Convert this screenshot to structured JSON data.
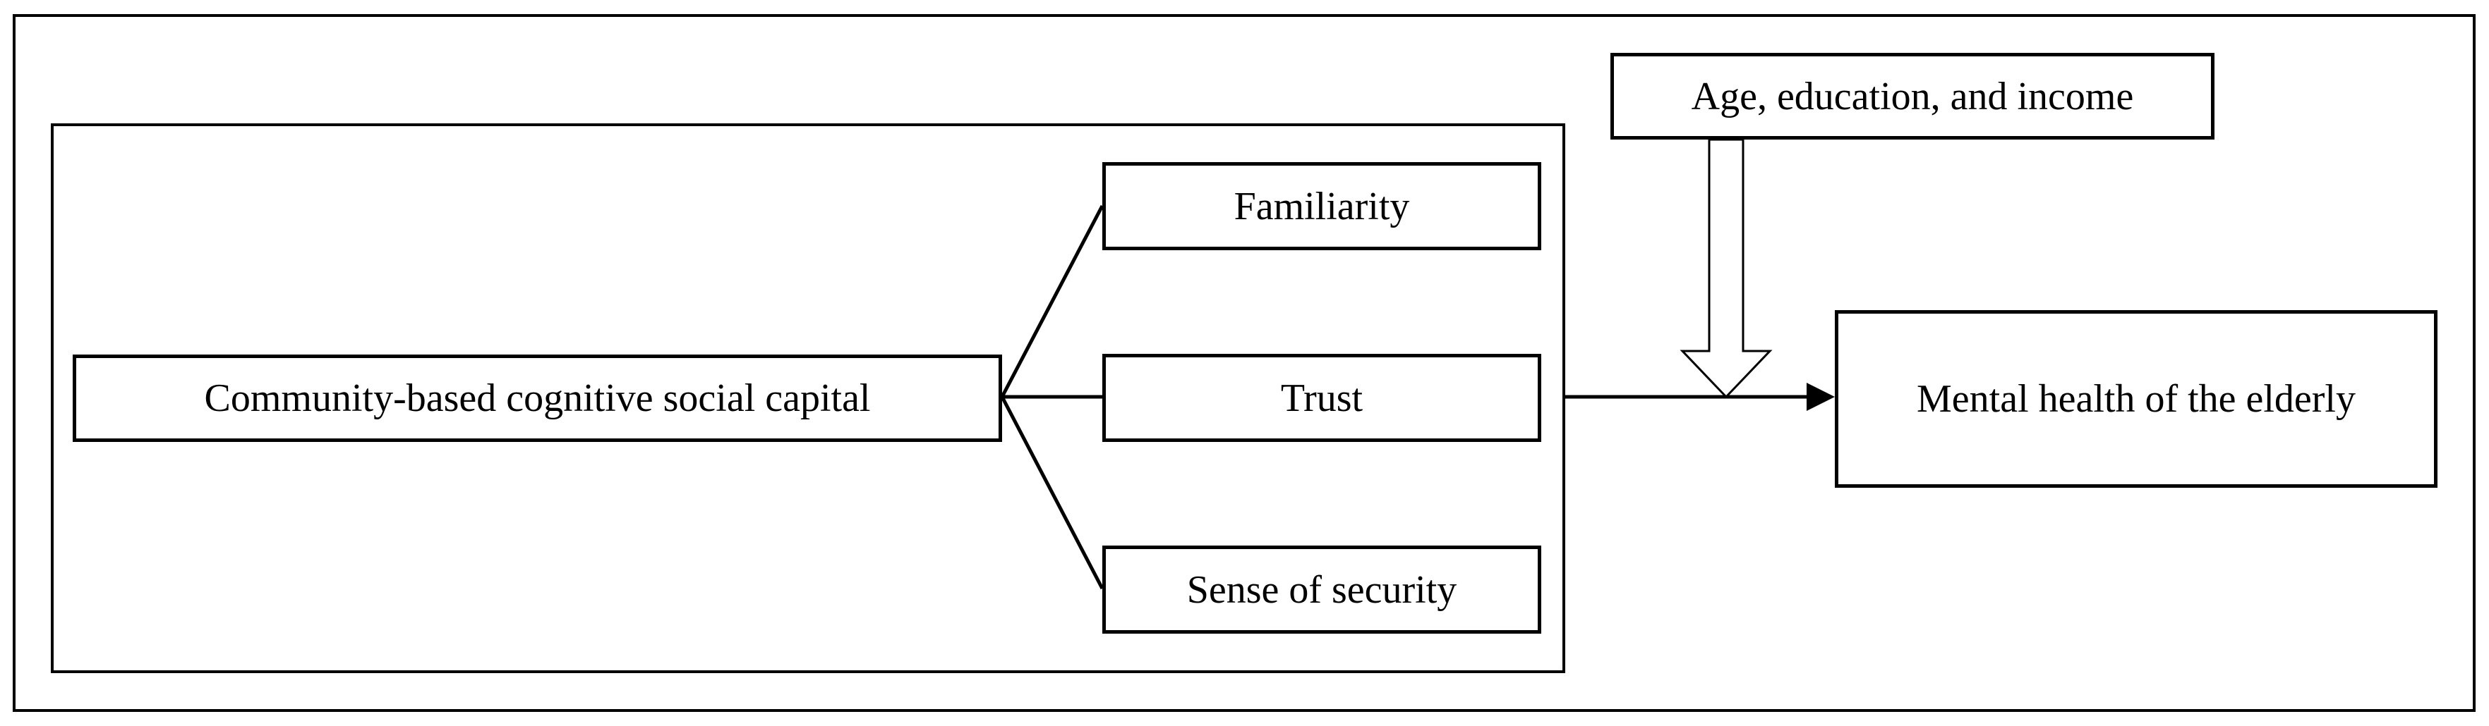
{
  "diagram": {
    "nodes": {
      "main_construct": "Community-based cognitive social capital",
      "familiarity": "Familiarity",
      "trust": "Trust",
      "security": "Sense of security",
      "controls": "Age, education, and income",
      "outcome": "Mental health of the elderly"
    },
    "edges": [
      {
        "from": "main_construct",
        "to": "familiarity",
        "style": "line"
      },
      {
        "from": "main_construct",
        "to": "trust",
        "style": "line"
      },
      {
        "from": "main_construct",
        "to": "security",
        "style": "line"
      },
      {
        "from": "construct_group",
        "to": "outcome",
        "style": "arrow"
      },
      {
        "from": "controls",
        "to": "construct_group_arrow",
        "style": "hollow-arrow"
      }
    ]
  }
}
